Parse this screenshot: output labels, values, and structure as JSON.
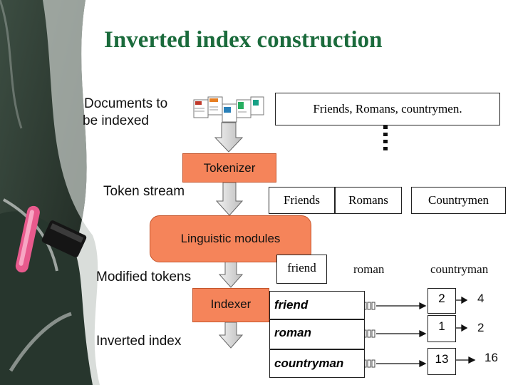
{
  "title": "Inverted index construction",
  "colors": {
    "title": "#1b6b3c",
    "module_fill": "#f5845a",
    "arrow_fill": "#d7d7d7"
  },
  "labels": {
    "documents": [
      "Documents to",
      "be indexed"
    ],
    "token_stream": "Token stream",
    "modified_tokens": "Modified tokens",
    "inverted_index": "Inverted index"
  },
  "modules": {
    "tokenizer": "Tokenizer",
    "linguistic": "Linguistic modules",
    "indexer": "Indexer"
  },
  "document_text": "Friends, Romans, countrymen.",
  "tokens": [
    "Friends",
    "Romans",
    "Countrymen"
  ],
  "modified": [
    "friend",
    "roman",
    "countryman"
  ],
  "index_terms": [
    "friend",
    "roman",
    "countryman"
  ],
  "postings": [
    [
      "2",
      "4"
    ],
    [
      "1",
      "2"
    ],
    [
      "13",
      "16"
    ]
  ],
  "icons": {
    "documents": "document-stack-icon",
    "ellipsis": "vertical-dots-icon"
  }
}
